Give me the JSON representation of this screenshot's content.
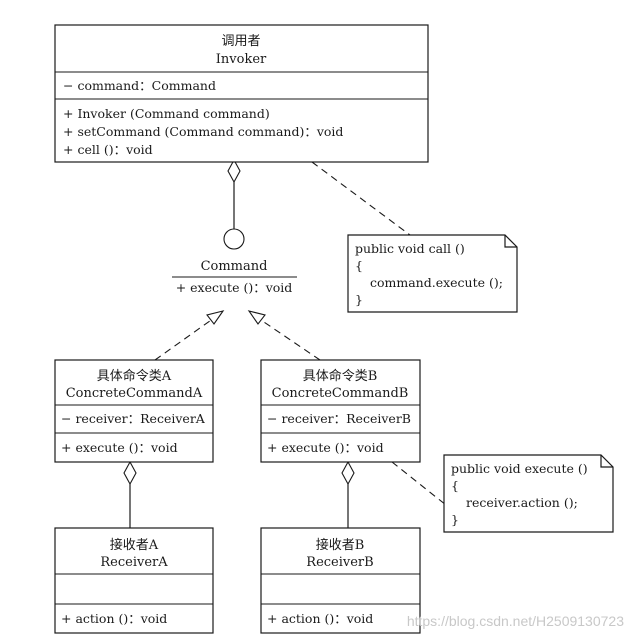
{
  "invoker": {
    "title_cn": "调用者",
    "title_en": "Invoker",
    "attributes": [
      "− command：Command"
    ],
    "operations": [
      "+ Invoker (Command command)",
      "+ setCommand (Command command)：void",
      "+ cell ()：void"
    ]
  },
  "command_interface": {
    "name": "Command",
    "operation": "+ execute ()：void"
  },
  "concrete_a": {
    "title_cn": "具体命令类A",
    "title_en": "ConcreteCommandA",
    "attribute": "− receiver：ReceiverA",
    "operation": "+ execute ()：void"
  },
  "concrete_b": {
    "title_cn": "具体命令类B",
    "title_en": "ConcreteCommandB",
    "attribute": "− receiver：ReceiverB",
    "operation": "+ execute ()：void"
  },
  "receiver_a": {
    "title_cn": "接收者A",
    "title_en": "ReceiverA",
    "operation": "+ action ()：void"
  },
  "receiver_b": {
    "title_cn": "接收者B",
    "title_en": "ReceiverB",
    "operation": "+ action ()：void"
  },
  "note_call": {
    "lines": [
      "public void call ()",
      "{",
      "command.execute ();",
      "}"
    ]
  },
  "note_execute": {
    "lines": [
      "public void execute ()",
      "{",
      "receiver.action ();",
      "}"
    ]
  },
  "watermark": "https://blog.csdn.net/H2509130723"
}
